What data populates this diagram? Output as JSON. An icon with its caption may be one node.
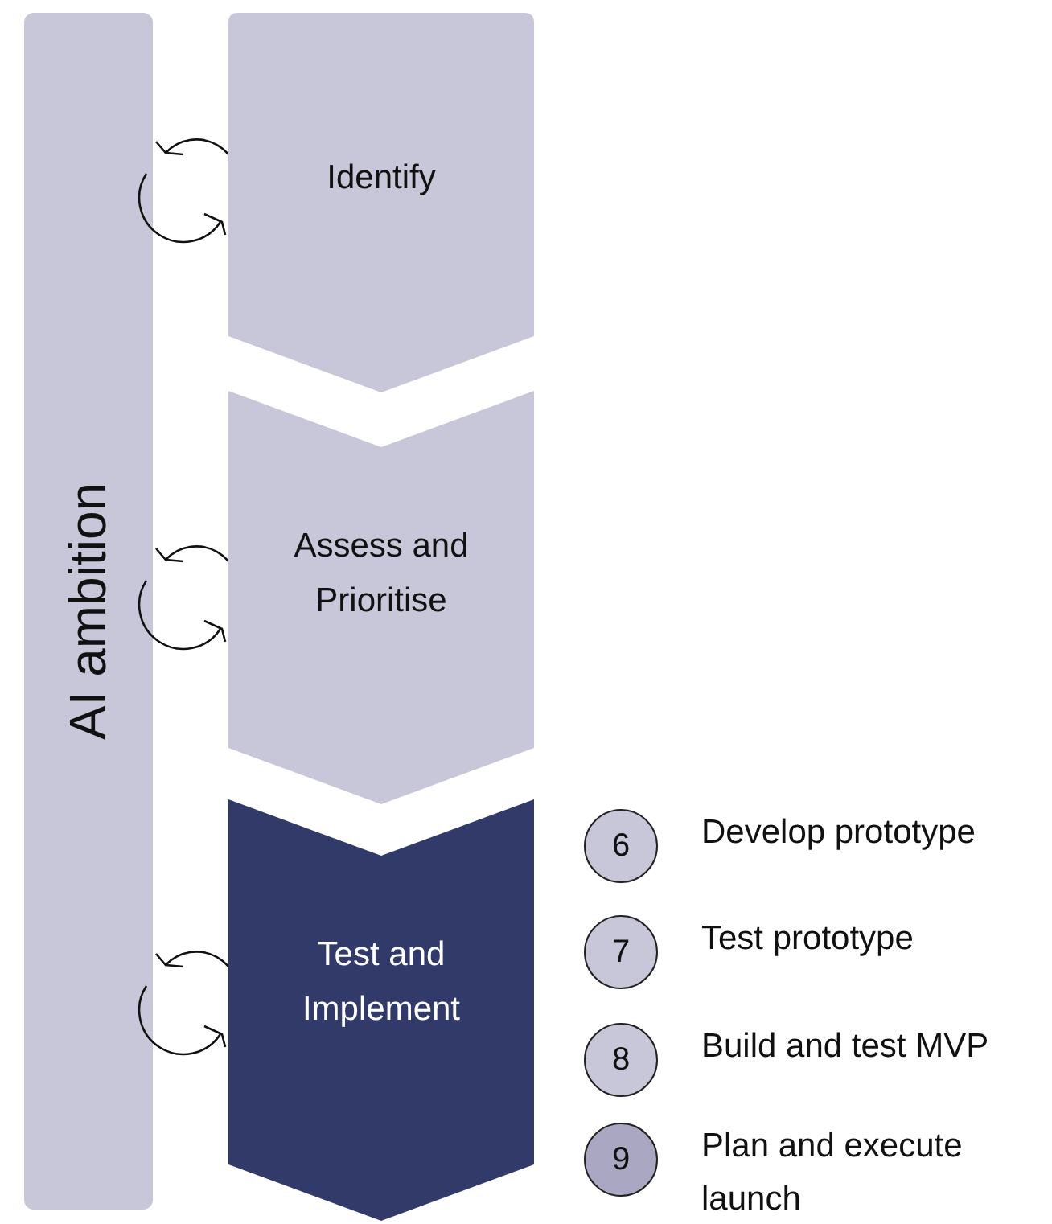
{
  "diagram": {
    "nodes": [
      {
        "text": [
          "AI ambition"
        ]
      },
      {
        "text": [
          "Identify"
        ]
      },
      {
        "text": [
          "Assess and Prioritise"
        ]
      },
      {
        "text": [
          "Test and Implement"
        ]
      },
      {
        "text": [
          "6"
        ],
        "beside": [
          "Develop prototype"
        ]
      },
      {
        "text": [
          "7"
        ],
        "beside": [
          "Test prototype"
        ]
      },
      {
        "text": [
          "8"
        ],
        "beside": [
          "Build and test MVP"
        ]
      },
      {
        "text": [
          "9"
        ],
        "beside": [
          "Plan and execute launch"
        ]
      }
    ],
    "edges": []
  }
}
